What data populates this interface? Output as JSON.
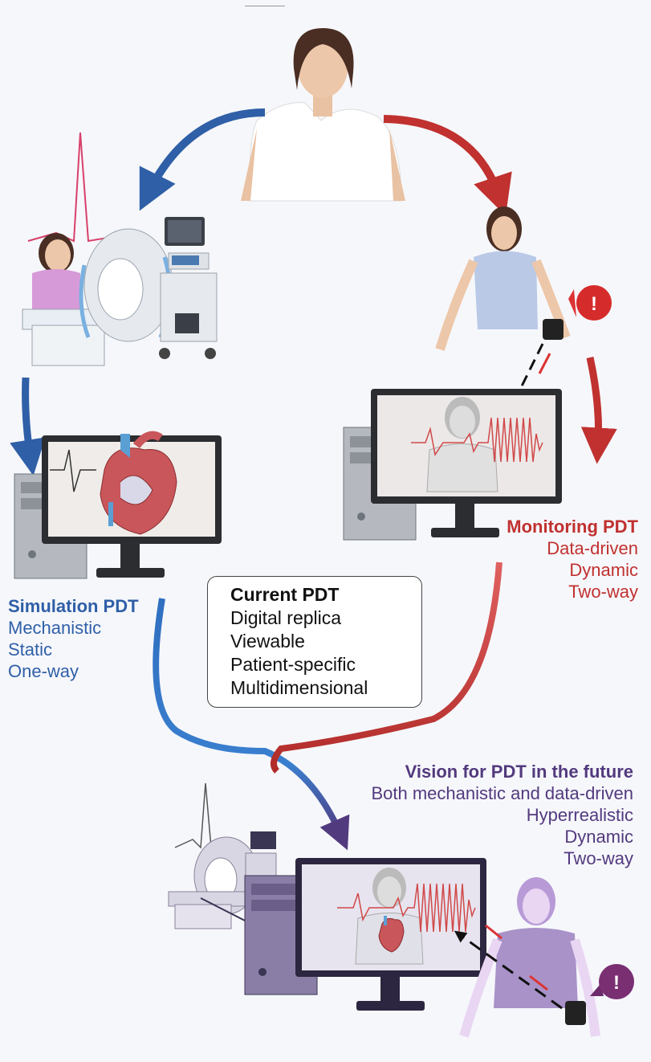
{
  "simulation": {
    "title": "Simulation PDT",
    "traits": [
      "Mechanistic",
      "Static",
      "One-way"
    ]
  },
  "monitoring": {
    "title": "Monitoring PDT",
    "traits": [
      "Data-driven",
      "Dynamic",
      "Two-way"
    ]
  },
  "current": {
    "title": "Current PDT",
    "traits": [
      "Digital replica",
      "Viewable",
      "Patient-specific",
      "Multidimensional"
    ]
  },
  "vision": {
    "title": "Vision for PDT in the future",
    "traits": [
      "Both mechanistic and data-driven",
      "Hyperrealistic",
      "Dynamic",
      "Two-way"
    ]
  },
  "alert_symbol": "!",
  "colors": {
    "simulation": "#2f5fa7",
    "monitoring": "#c0312f",
    "vision": "#523a7e",
    "background": "#f6f7fb"
  },
  "icons": [
    "patient-figure",
    "mri-scanner-icon",
    "ultrasound-cart-icon",
    "smartwatch-icon",
    "alert-icon",
    "heart-icon",
    "computer-monitor-icon",
    "ecg-trace"
  ]
}
